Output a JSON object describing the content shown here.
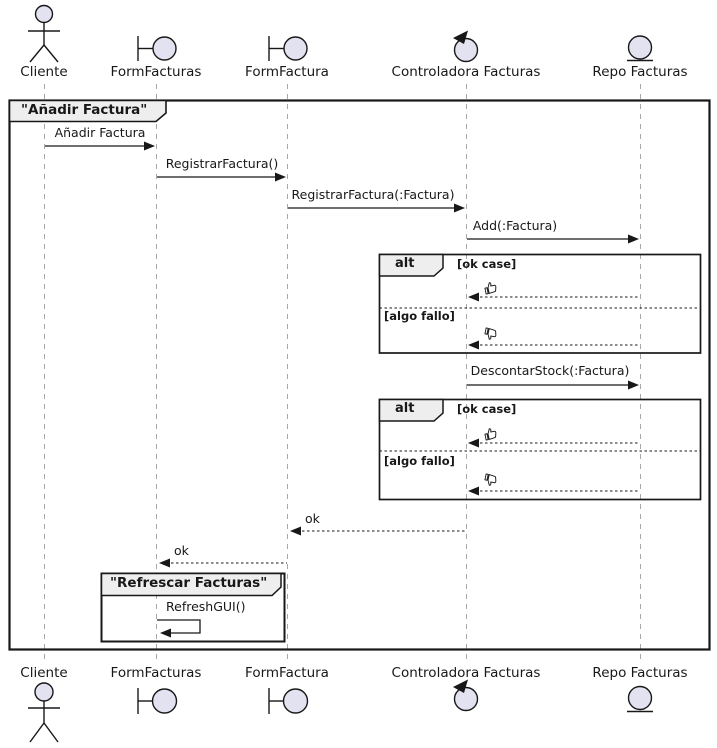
{
  "diagram_type": "uml-sequence",
  "frame": {
    "title": "\"Añadir Factura\""
  },
  "participants": [
    {
      "name": "Cliente",
      "icon": "actor-icon"
    },
    {
      "name": "FormFacturas",
      "icon": "boundary-icon"
    },
    {
      "name": "FormFactura",
      "icon": "boundary-icon"
    },
    {
      "name": "Controladora Facturas",
      "icon": "control-icon"
    },
    {
      "name": "Repo Facturas",
      "icon": "entity-icon"
    }
  ],
  "messages": [
    {
      "label": "Añadir Factura",
      "from": "Cliente",
      "to": "FormFacturas",
      "line": "solid"
    },
    {
      "label": "RegistrarFactura()",
      "from": "FormFacturas",
      "to": "FormFactura",
      "line": "solid"
    },
    {
      "label": "RegistrarFactura(:Factura)",
      "from": "FormFactura",
      "to": "Controladora Facturas",
      "line": "solid"
    },
    {
      "label": "Add(:Factura)",
      "from": "Controladora Facturas",
      "to": "Repo Facturas",
      "line": "solid"
    },
    {
      "label": "DescontarStock(:Factura)",
      "from": "Controladora Facturas",
      "to": "Repo Facturas",
      "line": "solid"
    },
    {
      "label": "ok",
      "from": "Controladora Facturas",
      "to": "FormFactura",
      "line": "dashed"
    },
    {
      "label": "ok",
      "from": "FormFactura",
      "to": "FormFacturas",
      "line": "dashed"
    },
    {
      "label": "RefreshGUI()",
      "from": "FormFacturas",
      "to": "FormFacturas",
      "line": "solid"
    }
  ],
  "fragments": [
    {
      "operator": "alt",
      "guard_ok": "[ok case]",
      "guard_fail": "[algo fallo]",
      "result_ok_icon": "thumbs-up-icon",
      "result_fail_icon": "thumbs-down-icon",
      "after_message": "Add(:Factura)"
    },
    {
      "operator": "alt",
      "guard_ok": "[ok case]",
      "guard_fail": "[algo fallo]",
      "result_ok_icon": "thumbs-up-icon",
      "result_fail_icon": "thumbs-down-icon",
      "after_message": "DescontarStock(:Factura)"
    },
    {
      "title": "\"Refrescar Facturas\""
    }
  ],
  "colors": {
    "background": "#FFFFFF",
    "line": "#181818",
    "lifeline": "#A8A8A8",
    "participant_fill": "#E2E2F0",
    "frame_tab_fill": "#EEEEEE"
  }
}
